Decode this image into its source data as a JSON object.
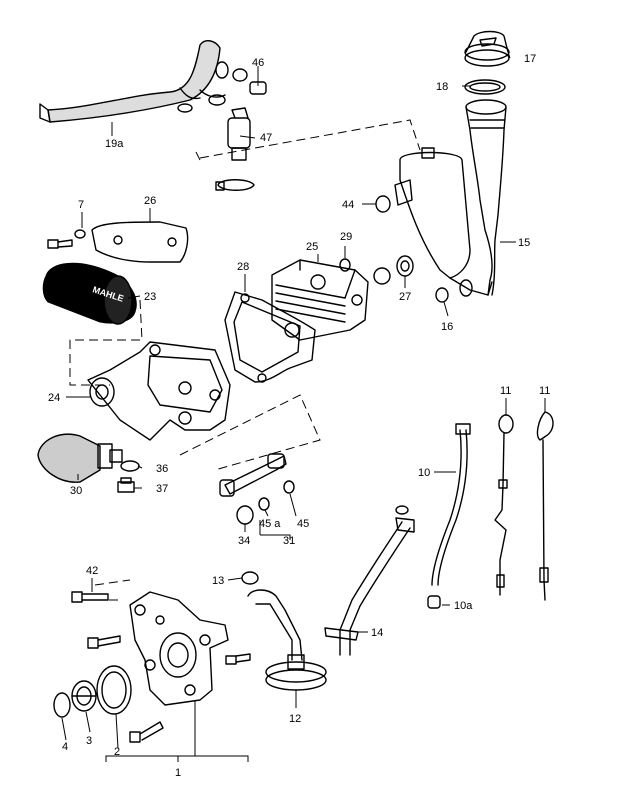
{
  "callouts": {
    "c1": "1",
    "c2": "2",
    "c3": "3",
    "c4": "4",
    "c7": "7",
    "c10": "10",
    "c10a": "10a",
    "c11a": "11",
    "c11b": "11",
    "c12": "12",
    "c13": "13",
    "c14": "14",
    "c15": "15",
    "c16": "16",
    "c17": "17",
    "c18": "18",
    "c19a": "19a",
    "c23": "23",
    "c24": "24",
    "c25": "25",
    "c26": "26",
    "c27": "27",
    "c28": "28",
    "c29": "29",
    "c30": "30",
    "c31": "31",
    "c34": "34",
    "c36": "36",
    "c37": "37",
    "c42": "42",
    "c44": "44",
    "c45": "45",
    "c45a": "45 a",
    "c46": "46",
    "c47": "47"
  },
  "filter_brand": "MAHLE"
}
